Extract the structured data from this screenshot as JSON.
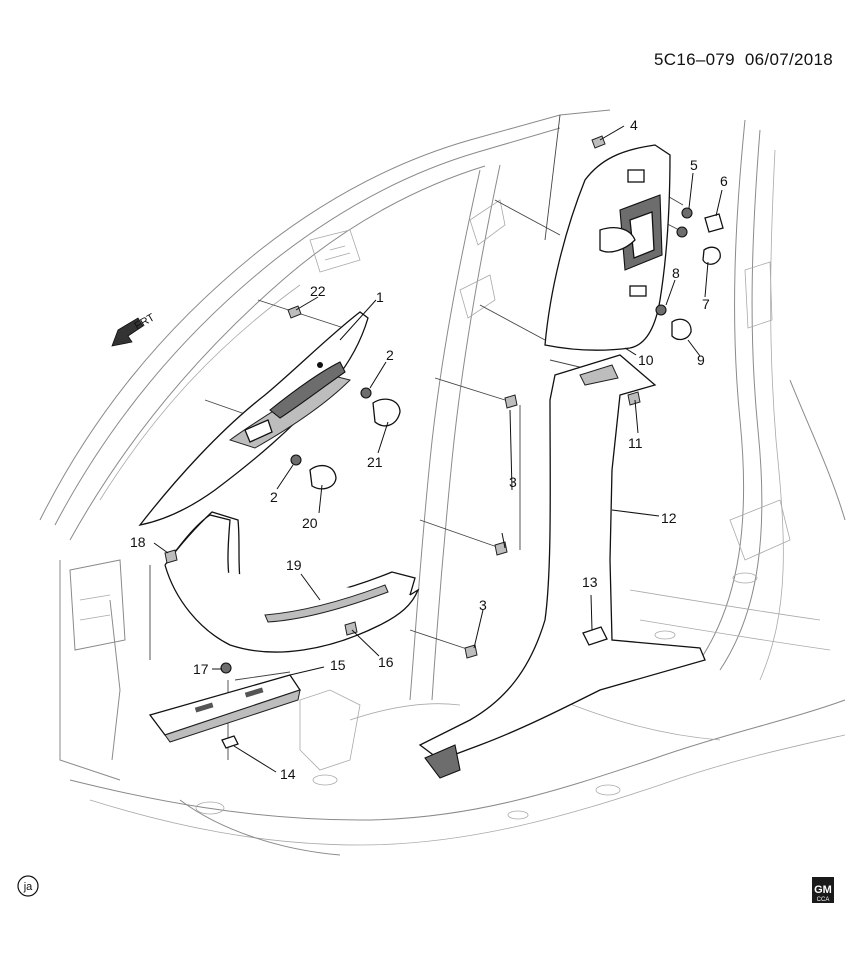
{
  "diagram": {
    "code": "5C16–079",
    "date": "06/07/2018",
    "frt_label": "FRT",
    "footer_mark": "ja",
    "logo": {
      "line1": "GM",
      "line2": "CCA"
    },
    "callouts": [
      "1",
      "2",
      "2",
      "3",
      "3",
      "4",
      "5",
      "6",
      "7",
      "8",
      "9",
      "10",
      "11",
      "12",
      "13",
      "14",
      "15",
      "16",
      "17",
      "18",
      "19",
      "20",
      "21",
      "22"
    ]
  }
}
